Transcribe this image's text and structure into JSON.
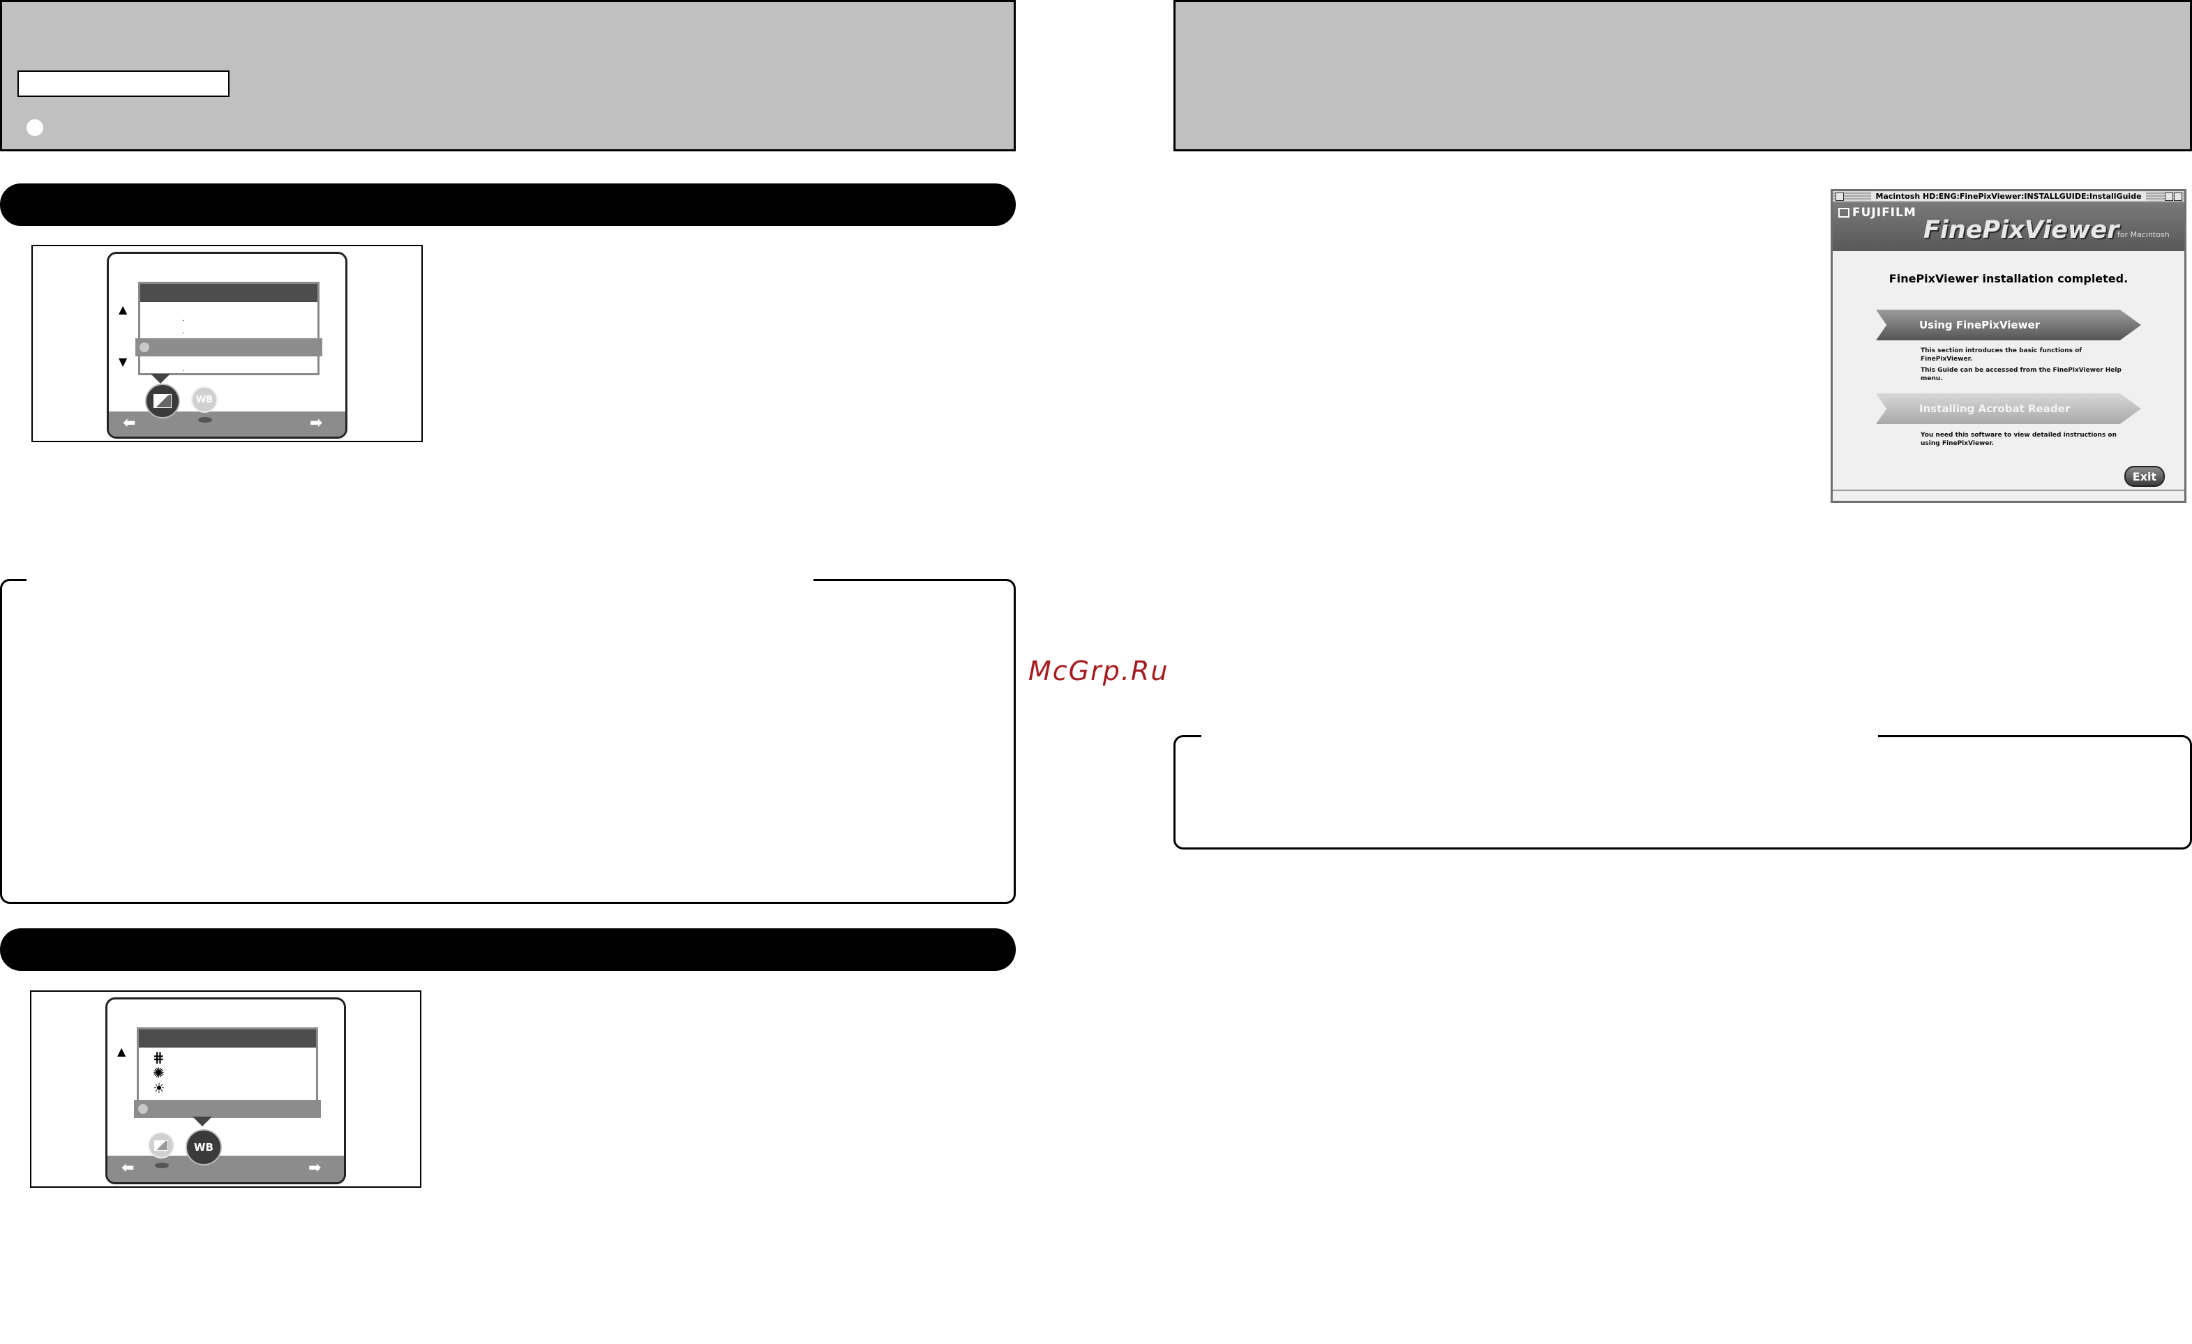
{
  "watermark": "McGrp.Ru",
  "installer": {
    "window_title": "Macintosh HD:ENG:FinePixViewer:INSTALLGUIDE:InstallGuide",
    "brand": "FUJIFILM",
    "product": "FinePixViewer",
    "product_suffix": "for Macintosh",
    "heading": "FinePixViewer installation completed.",
    "using_button": "Using FinePixViewer",
    "using_desc_1": "This section introduces the basic functions of FinePixViewer.",
    "using_desc_2": "This Guide can be accessed from the FinePixViewer Help menu.",
    "acrobat_button": "Installing Acrobat Reader",
    "acrobat_desc": "You need this software to view detailed instructions on using FinePixViewer.",
    "exit_button": "Exit"
  },
  "camera_screen_1": {
    "wb_badge": "WB"
  },
  "camera_screen_2": {
    "wb_badge": "WB"
  },
  "colors": {
    "header_grey": "#c0c0c0",
    "watermark_red": "#a61d20",
    "bar_black": "#000000"
  }
}
